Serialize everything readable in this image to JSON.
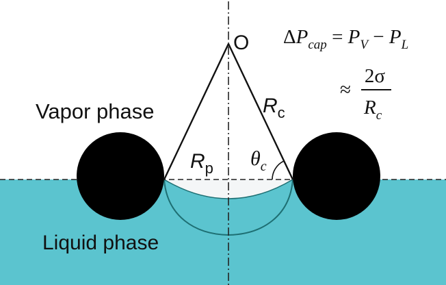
{
  "labels": {
    "center_point": "O",
    "vapor": "Vapor phase",
    "liquid": "Liquid phase",
    "r_c_main": "R",
    "r_c_sub": "c",
    "r_p_main": "R",
    "r_p_sub": "p",
    "theta_main": "θ",
    "theta_sub": "c"
  },
  "equation": {
    "delta": "Δ",
    "p_main": "P",
    "p_cap_sub": "cap",
    "equals": " = ",
    "pv_main": "P",
    "pv_sub": "V",
    "minus": " − ",
    "pl_main": "P",
    "pl_sub": "L",
    "approx": "≈",
    "numerator": "2σ",
    "denom_main": "R",
    "denom_sub": "c"
  },
  "colors": {
    "liquid": "#5bc4cf",
    "meniscus_fill": "#f4f6f7",
    "particle": "#000000",
    "line": "#111111",
    "dash": "#222222",
    "inner_arc": "#1e6f73"
  }
}
